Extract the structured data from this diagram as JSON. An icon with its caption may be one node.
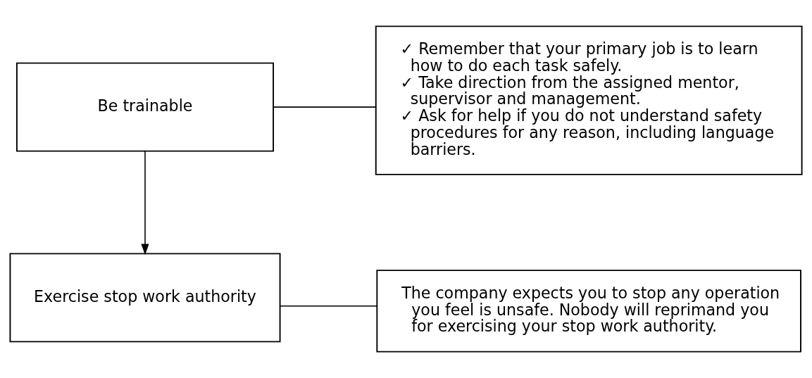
{
  "diagram": {
    "nodes": [
      {
        "text": [
          "Be trainable"
        ]
      },
      {
        "text": [
          "✓ Remember that your primary job is to learn how to do each task safely.",
          "✓ Take direction from the assigned mentor, supervisor and management.",
          "✓ Ask for help if you do not understand safety procedures for any reason, including language barriers."
        ]
      },
      {
        "text": [
          "Exercise stop work authority"
        ]
      },
      {
        "text": [
          "The company expects you to stop any operation you feel is unsafe. Nobody will reprimand you for exercising your stop work authority."
        ]
      }
    ],
    "edges": [
      {
        "from": 0,
        "to": 1,
        "arrow": "none"
      },
      {
        "from": 0,
        "to": 2,
        "arrow": "to"
      },
      {
        "from": 2,
        "to": 3,
        "arrow": "none"
      }
    ]
  }
}
